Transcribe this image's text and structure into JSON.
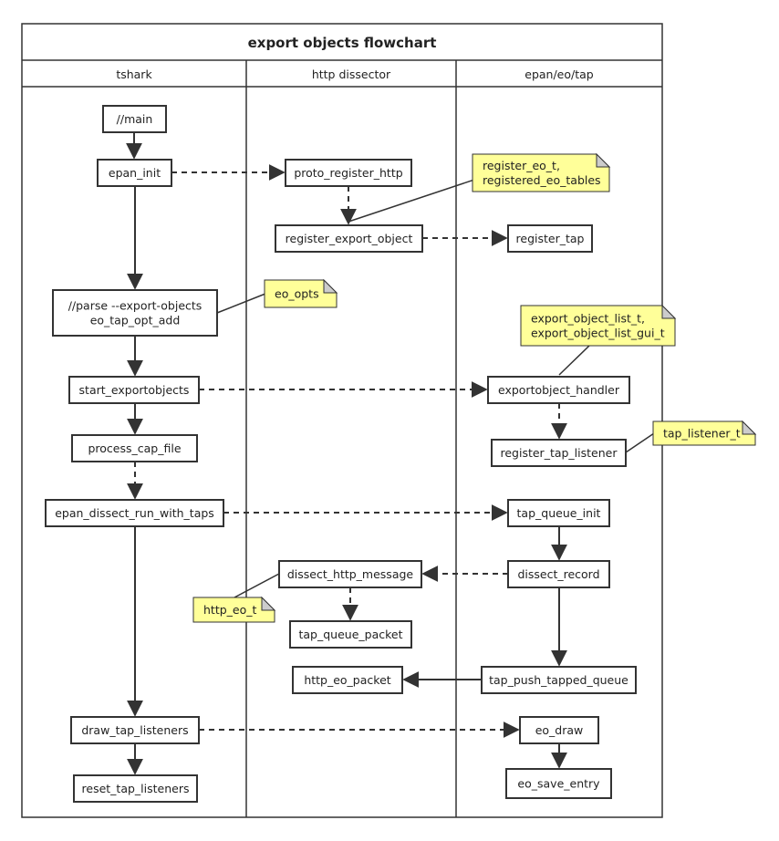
{
  "title": "export objects flowchart",
  "lanes": [
    {
      "id": "tshark",
      "label": "tshark"
    },
    {
      "id": "http",
      "label": "http dissector"
    },
    {
      "id": "eo",
      "label": "epan/eo/tap"
    }
  ],
  "nodes": [
    {
      "id": "main",
      "lines": [
        "//main"
      ]
    },
    {
      "id": "epan_init",
      "lines": [
        "epan_init"
      ]
    },
    {
      "id": "proto_register_http",
      "lines": [
        "proto_register_http"
      ]
    },
    {
      "id": "register_export_object",
      "lines": [
        "register_export_object"
      ]
    },
    {
      "id": "register_tap",
      "lines": [
        "register_tap"
      ]
    },
    {
      "id": "parse",
      "lines": [
        "//parse --export-objects",
        "eo_tap_opt_add"
      ]
    },
    {
      "id": "start_exportobjects",
      "lines": [
        "start_exportobjects"
      ]
    },
    {
      "id": "exportobject_handler",
      "lines": [
        "exportobject_handler"
      ]
    },
    {
      "id": "process_cap_file",
      "lines": [
        "process_cap_file"
      ]
    },
    {
      "id": "register_tap_listener",
      "lines": [
        "register_tap_listener"
      ]
    },
    {
      "id": "epan_dissect_run_with_taps",
      "lines": [
        "epan_dissect_run_with_taps"
      ]
    },
    {
      "id": "tap_queue_init",
      "lines": [
        "tap_queue_init"
      ]
    },
    {
      "id": "dissect_http_message",
      "lines": [
        "dissect_http_message"
      ]
    },
    {
      "id": "dissect_record",
      "lines": [
        "dissect_record"
      ]
    },
    {
      "id": "tap_queue_packet",
      "lines": [
        "tap_queue_packet"
      ]
    },
    {
      "id": "http_eo_packet",
      "lines": [
        "http_eo_packet"
      ]
    },
    {
      "id": "tap_push_tapped_queue",
      "lines": [
        "tap_push_tapped_queue"
      ]
    },
    {
      "id": "draw_tap_listeners",
      "lines": [
        "draw_tap_listeners"
      ]
    },
    {
      "id": "eo_draw",
      "lines": [
        "eo_draw"
      ]
    },
    {
      "id": "reset_tap_listeners",
      "lines": [
        "reset_tap_listeners"
      ]
    },
    {
      "id": "eo_save_entry",
      "lines": [
        "eo_save_entry"
      ]
    }
  ],
  "notes": [
    {
      "id": "note_register_eo",
      "lines": [
        "register_eo_t,",
        "registered_eo_tables"
      ],
      "attached_to": "register_export_object"
    },
    {
      "id": "note_eo_opts",
      "lines": [
        "eo_opts"
      ],
      "attached_to": "parse"
    },
    {
      "id": "note_export_object_list",
      "lines": [
        "export_object_list_t,",
        "export_object_list_gui_t"
      ],
      "attached_to": "exportobject_handler"
    },
    {
      "id": "note_tap_listener",
      "lines": [
        "tap_listener_t"
      ],
      "attached_to": "register_tap_listener"
    },
    {
      "id": "note_http_eo",
      "lines": [
        "http_eo_t"
      ],
      "attached_to": "dissect_http_message"
    }
  ],
  "edges": [
    {
      "from": "main",
      "to": "epan_init",
      "style": "solid"
    },
    {
      "from": "epan_init",
      "to": "proto_register_http",
      "style": "dashed"
    },
    {
      "from": "proto_register_http",
      "to": "register_export_object",
      "style": "dashed"
    },
    {
      "from": "register_export_object",
      "to": "register_tap",
      "style": "dashed"
    },
    {
      "from": "epan_init",
      "to": "parse",
      "style": "solid"
    },
    {
      "from": "parse",
      "to": "start_exportobjects",
      "style": "solid"
    },
    {
      "from": "start_exportobjects",
      "to": "exportobject_handler",
      "style": "dashed"
    },
    {
      "from": "exportobject_handler",
      "to": "register_tap_listener",
      "style": "dashed"
    },
    {
      "from": "start_exportobjects",
      "to": "process_cap_file",
      "style": "solid"
    },
    {
      "from": "process_cap_file",
      "to": "epan_dissect_run_with_taps",
      "style": "dashed"
    },
    {
      "from": "epan_dissect_run_with_taps",
      "to": "tap_queue_init",
      "style": "dashed"
    },
    {
      "from": "tap_queue_init",
      "to": "dissect_record",
      "style": "solid"
    },
    {
      "from": "dissect_record",
      "to": "dissect_http_message",
      "style": "dashed"
    },
    {
      "from": "dissect_http_message",
      "to": "tap_queue_packet",
      "style": "dashed"
    },
    {
      "from": "dissect_record",
      "to": "tap_push_tapped_queue",
      "style": "solid"
    },
    {
      "from": "tap_push_tapped_queue",
      "to": "http_eo_packet",
      "style": "solid"
    },
    {
      "from": "epan_dissect_run_with_taps",
      "to": "draw_tap_listeners",
      "style": "solid"
    },
    {
      "from": "draw_tap_listeners",
      "to": "eo_draw",
      "style": "dashed"
    },
    {
      "from": "eo_draw",
      "to": "eo_save_entry",
      "style": "solid"
    },
    {
      "from": "draw_tap_listeners",
      "to": "reset_tap_listeners",
      "style": "solid"
    }
  ],
  "colors": {
    "stroke": "#333333",
    "note_fill": "#ffff99",
    "note_fold": "#cccccc",
    "background": "#ffffff"
  }
}
